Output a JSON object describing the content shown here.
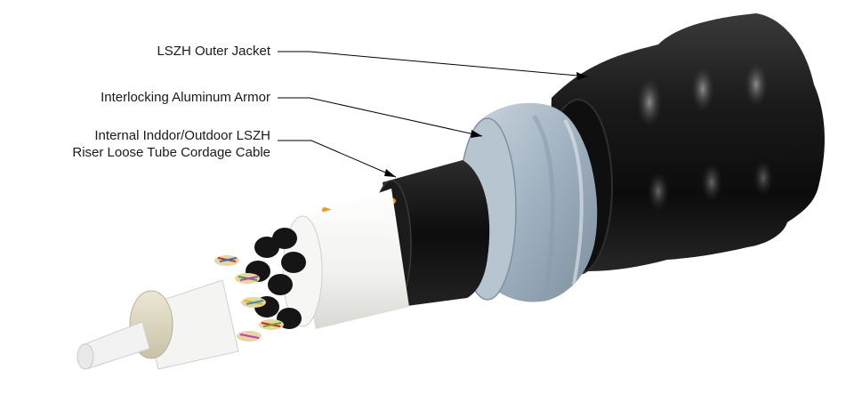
{
  "labels": {
    "outer_jacket": "LSZH Outer Jacket",
    "armor": "Interlocking Aluminum Armor",
    "cordage_line1": "Internal Inddor/Outdoor LSZH",
    "cordage_line2": "Riser Loose Tube Cordage Cable"
  },
  "colors": {
    "jacket": "#1c1c1c",
    "armor": "#a9b9c6",
    "inner_jacket": "#111111",
    "white_layer": "#f4f4f2",
    "ripcord": "#f29a1e",
    "buffer_tube": "#151515",
    "yarn": "#e6d89a",
    "core_wrap": "#e2dcc6",
    "strength_member": "#f2f2f2"
  }
}
